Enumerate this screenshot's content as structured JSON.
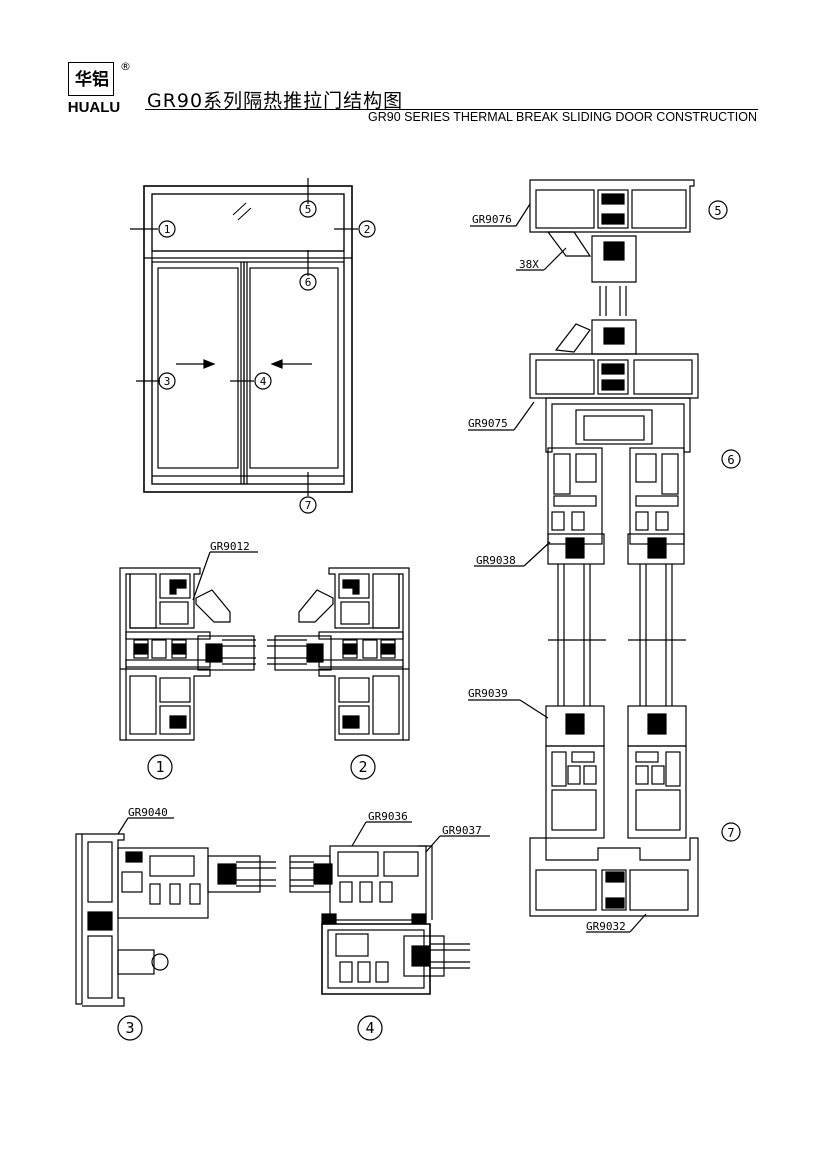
{
  "brand": {
    "logo_cn": "华铝",
    "logo_en": "HUALU",
    "registered_mark": "®"
  },
  "title": {
    "cn": "GR90系列隔热推拉门结构图",
    "en": "GR90 SERIES THERMAL BREAK SLIDING DOOR CONSTRUCTION"
  },
  "elevation": {
    "markers": [
      "1",
      "2",
      "3",
      "4",
      "5",
      "6",
      "7"
    ]
  },
  "section_labels": {
    "s1": "1",
    "s2": "2",
    "s3": "3",
    "s4": "4",
    "s5": "5",
    "s6": "6",
    "s7": "7"
  },
  "parts": {
    "gr9012": "GR9012",
    "gr9040": "GR9040",
    "gr9036": "GR9036",
    "gr9037": "GR9037",
    "gr9076": "GR9076",
    "x38": "38X",
    "gr9075": "GR9075",
    "gr9038": "GR9038",
    "gr9039": "GR9039",
    "gr9032": "GR9032"
  },
  "colors": {
    "ink": "#000000",
    "paper": "#ffffff"
  }
}
